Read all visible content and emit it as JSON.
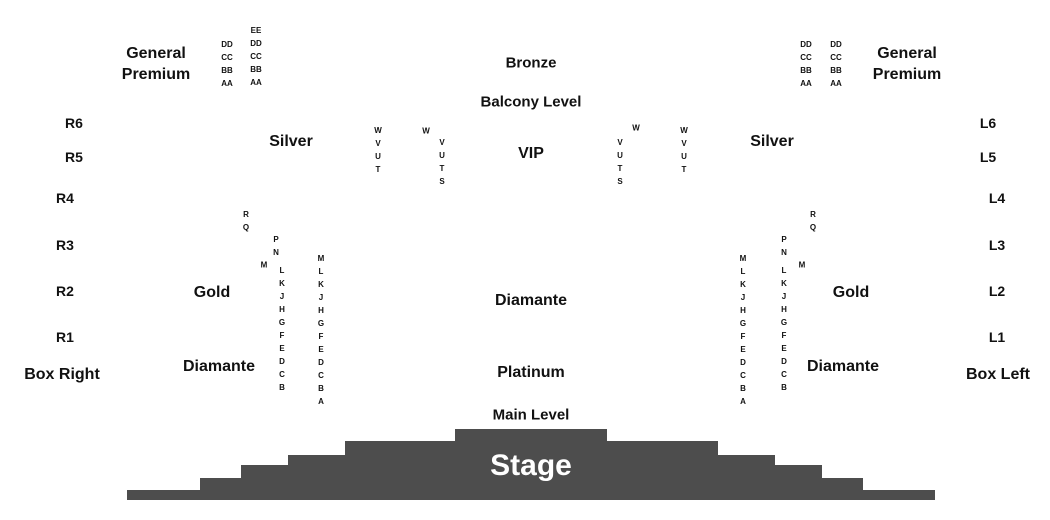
{
  "sections": {
    "bronze": "Bronze",
    "balcony_level": "Balcony Level",
    "vip": "VIP",
    "silver": "Silver",
    "general_premium_line1": "General",
    "general_premium_line2": "Premium",
    "gold": "Gold",
    "diamante": "Diamante",
    "platinum": "Platinum",
    "main_level": "Main Level",
    "stage": "Stage"
  },
  "boxes": {
    "right": [
      "R6",
      "R5",
      "R4",
      "R3",
      "R2",
      "R1"
    ],
    "left": [
      "L6",
      "L5",
      "L4",
      "L3",
      "L2",
      "L1"
    ],
    "box_right": "Box Right",
    "box_left": "Box Left"
  },
  "rows": {
    "balcony_inner": [
      "DD",
      "CC",
      "BB",
      "AA"
    ],
    "balcony_outer": [
      "EE",
      "DD",
      "CC",
      "BB",
      "AA"
    ],
    "silver_outer": [
      "W",
      "V",
      "U",
      "T"
    ],
    "silver_w": "W",
    "silver_inner": [
      "V",
      "U",
      "T",
      "S"
    ],
    "rq": [
      "R",
      "Q"
    ],
    "pn": [
      "P",
      "N"
    ],
    "m": "M",
    "outer_main": [
      "L",
      "K",
      "J",
      "H",
      "G",
      "F",
      "E",
      "D",
      "C",
      "B"
    ],
    "inner_main": [
      "M",
      "L",
      "K",
      "J",
      "H",
      "G",
      "F",
      "E",
      "D",
      "C",
      "B",
      "A"
    ]
  },
  "colors": {
    "stage": "#4d4d4d",
    "text": "#111111"
  }
}
